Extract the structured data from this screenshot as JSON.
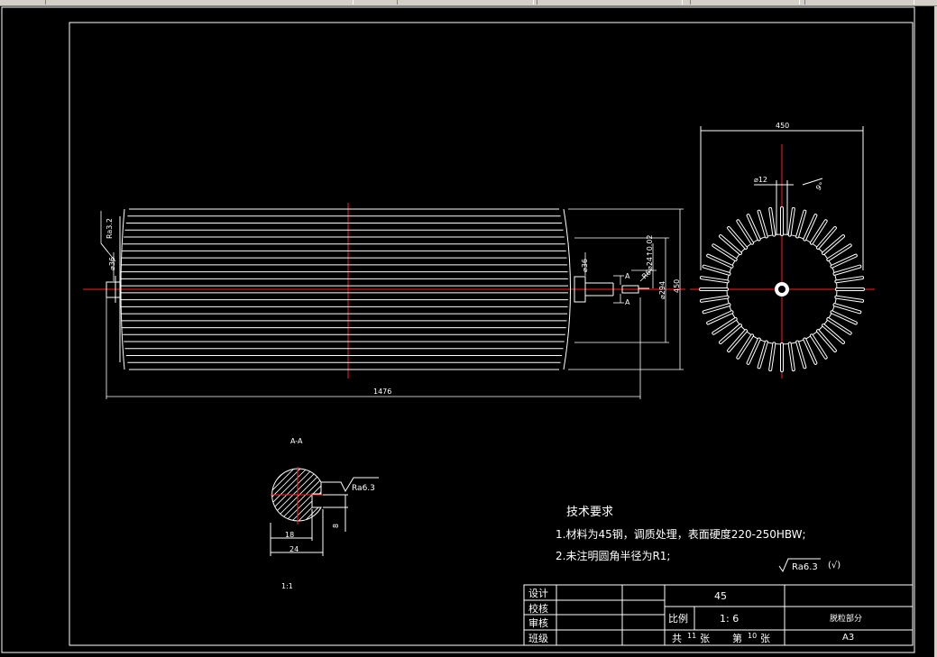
{
  "drawing": {
    "main_view": {
      "labels": {
        "ra_left": "Ra3.2",
        "dia_36_left": "⌀36",
        "dia_36_right": "⌀36",
        "dia_24": "⌀24↑0.02",
        "r6": "R6",
        "dia_294": "⌀294",
        "height_450": "450",
        "length_1476": "1476",
        "section_mark_a1": "A",
        "section_mark_a2": "A"
      }
    },
    "end_view": {
      "labels": {
        "width_450": "450",
        "dia_12": "⌀12",
        "angle_9": "9°"
      }
    },
    "section_view": {
      "labels": {
        "title": "A-A",
        "ra": "Ra6.3",
        "dim_18": "18",
        "dim_24": "24",
        "dim_8": "8",
        "scale": "1:1"
      }
    },
    "tech_requirements": {
      "title": "技术要求",
      "line1": "1.材料为45钢，调质处理，表面硬度220-250HBW;",
      "line2": "2.未注明圆角半径为R1;",
      "ra_note": "Ra6.3",
      "ra_note_suffix": "(√)"
    },
    "title_block": {
      "row1": "设计",
      "row2": "校核",
      "row3": "审核",
      "row4": "班级",
      "material": "45",
      "scale_label": "比例",
      "scale_value": "1: 6",
      "part_name": "脱粒部分",
      "total_label": "共",
      "total_count": "11",
      "total_unit": "张",
      "sheet_label": "第",
      "sheet_count": "10",
      "sheet_unit": "张",
      "size": "A3"
    }
  }
}
